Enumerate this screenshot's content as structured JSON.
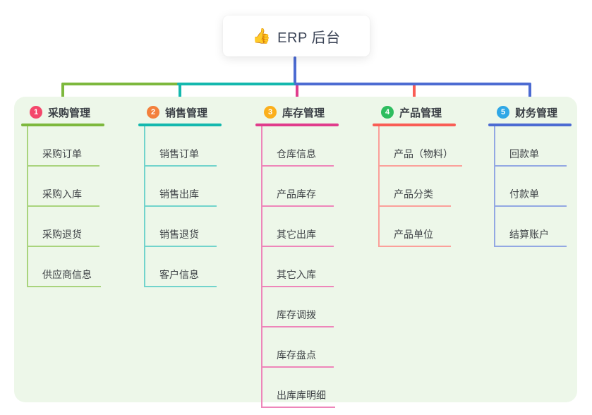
{
  "root": {
    "emoji": "👍",
    "label": "ERP 后台"
  },
  "root_line_color": "#4c6bd2",
  "board_color": "#edf7e9",
  "branches": [
    {
      "index": "1",
      "title": "采购管理",
      "badge_color": "#f4476b",
      "line_color": "#7db83d",
      "line_color_light": "#a9d47d",
      "children": [
        "采购订单",
        "采购入库",
        "采购退货",
        "供应商信息"
      ]
    },
    {
      "index": "2",
      "title": "销售管理",
      "badge_color": "#f3803c",
      "line_color": "#14b8ae",
      "line_color_light": "#72d4cc",
      "children": [
        "销售订单",
        "销售出库",
        "销售退货",
        "客户信息"
      ]
    },
    {
      "index": "3",
      "title": "库存管理",
      "badge_color": "#fbaf1c",
      "line_color": "#e03c8c",
      "line_color_light": "#ee86ba",
      "children": [
        "仓库信息",
        "产品库存",
        "其它出库",
        "其它入库",
        "库存调拨",
        "库存盘点",
        "出库库明细"
      ]
    },
    {
      "index": "4",
      "title": "产品管理",
      "badge_color": "#2ebd5f",
      "line_color": "#f95d55",
      "line_color_light": "#fba09a",
      "children": [
        "产品（物料）",
        "产品分类",
        "产品单位"
      ]
    },
    {
      "index": "5",
      "title": "财务管理",
      "badge_color": "#2fa7e6",
      "line_color": "#4c6bd2",
      "line_color_light": "#93a8e3",
      "children": [
        "回款单",
        "付款单",
        "结算账户"
      ]
    }
  ]
}
